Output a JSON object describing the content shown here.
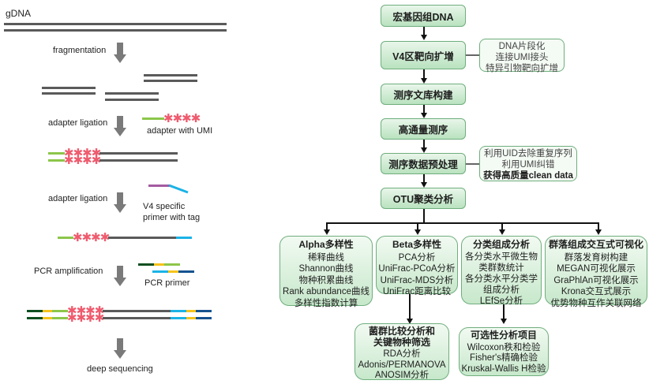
{
  "left_workflow": {
    "title": "gDNA",
    "steps": {
      "fragmentation": "fragmentation",
      "adapter_ligation_1": "adapter ligation",
      "adapter_with_umi": "adapter with UMI",
      "adapter_ligation_2": "adapter ligation",
      "v4_primer": [
        "V4 specific",
        "primer with tag"
      ],
      "pcr_amplification": "PCR amplification",
      "pcr_primer": "PCR primer",
      "deep_sequencing": "deep sequencing"
    },
    "umi_symbol": "✱✱✱✱",
    "colors": {
      "dna": "#5a5a5a",
      "adapter": "#8cc64a",
      "umi": "#ef5b6e",
      "primer_tag": "#a45ba0",
      "v4_primer": "#1ab3e6",
      "dark_green": "#0d4f1f",
      "yellow": "#f5c31b",
      "dark_blue": "#15528f",
      "arrow": "#7a7a7a"
    }
  },
  "flowchart": {
    "main_steps": [
      "宏基因组DNA",
      "V4区靶向扩增",
      "测序文库构建",
      "高通量测序",
      "测序数据预处理",
      "OTU聚类分析"
    ],
    "notes": {
      "amplification": [
        "DNA片段化",
        "连接UMI接头",
        "特异引物靶向扩增"
      ],
      "preprocess": [
        "利用UID去除重复序列",
        "利用UMI纠错",
        "获得高质量clean data"
      ]
    },
    "analyses": [
      {
        "title": "Alpha多样性",
        "items": [
          "稀释曲线",
          "Shannon曲线",
          "物种积累曲线",
          "Rank abundance曲线",
          "多样性指数计算"
        ]
      },
      {
        "title": "Beta多样性",
        "items": [
          "PCA分析",
          "UniFrac-PCoA分析",
          "UniFrac-MDS分析",
          "UniFrac距离比较"
        ]
      },
      {
        "title": "分类组成分析",
        "items": [
          "各分类水平微生物",
          "类群数统计",
          "各分类水平分类学",
          "组成分析",
          "LEfSe分析"
        ]
      },
      {
        "title": "群落组成交互式可视化",
        "items": [
          "群落发育树构建",
          "MEGAN可视化展示",
          "GraPhlAn可视化展示",
          "Krona交互式展示",
          "优势物种互作关联网络"
        ]
      }
    ],
    "sub_analyses": [
      {
        "title": [
          "菌群比较分析和",
          "关键物种筛选"
        ],
        "items": [
          "RDA分析",
          "Adonis/PERMANOVA",
          "ANOSIM分析"
        ]
      },
      {
        "title": [
          "可选性分析项目"
        ],
        "items": [
          "Wilcoxon秩和检验",
          "Fisher's精确检验",
          "Kruskal-Wallis H检验"
        ]
      }
    ],
    "colors": {
      "box_border": "#6fae7d",
      "box_fill_top": "#e9f6ea",
      "box_fill_bottom": "#b9e2bf",
      "connector": "#111111"
    }
  }
}
